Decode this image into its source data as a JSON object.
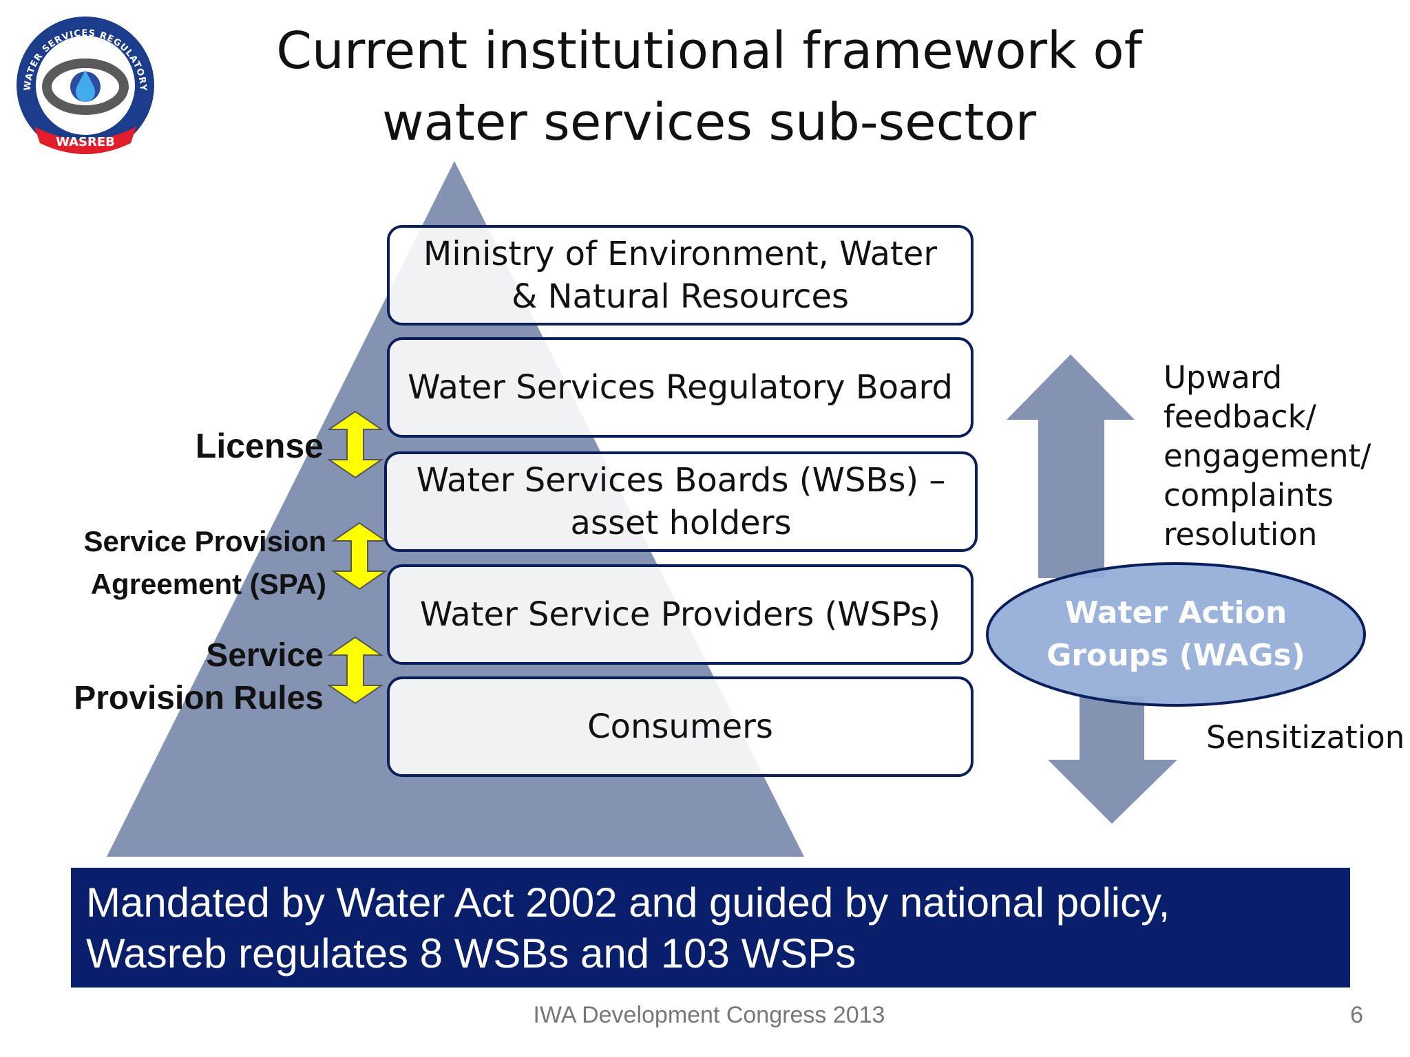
{
  "title": {
    "line1": "Current institutional framework of",
    "line2": "water services sub-sector"
  },
  "logo": {
    "icon": "wasreb-logo-icon",
    "arc_text": "WATER SERVICES REGULATORY BOARD",
    "ribbon_text": "WASREB"
  },
  "hierarchy": {
    "levels": [
      "Ministry of Environment, Water & Natural Resources",
      "Water Services Regulatory Board",
      "Water Services Boards (WSBs) – asset holders",
      "Water Service Providers (WSPs)",
      "Consumers"
    ]
  },
  "relationships": {
    "license": "License",
    "spa": {
      "line1": "Service Provision",
      "line2": "Agreement (SPA)"
    },
    "spr": {
      "line1": "Service",
      "line2": "Provision Rules"
    }
  },
  "right_side": {
    "upward": [
      "Upward",
      "feedback/",
      "engagement/",
      "complaints",
      "resolution"
    ],
    "wags": {
      "line1": "Water Action",
      "line2": "Groups (WAGs)"
    },
    "sensitization": "Sensitization"
  },
  "banner": {
    "line1": "Mandated by Water Act 2002 and guided by national policy,",
    "line2": "Wasreb regulates 8 WSBs and 103 WSPs"
  },
  "footer": {
    "text": "IWA Development Congress 2013",
    "page": "6"
  },
  "colors": {
    "pyramid": "#8593b3",
    "box_border": "#0b1f5c",
    "double_arrow": "#ffff00",
    "banner": "#0a1f6b",
    "side_arrow": "#8593b3",
    "ellipse": "#93acd8"
  }
}
